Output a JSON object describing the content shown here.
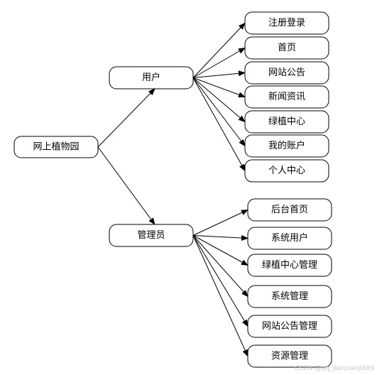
{
  "root": {
    "label": "网上植物园"
  },
  "branches": [
    {
      "label": "用户",
      "children": [
        "注册登录",
        "首页",
        "网站公告",
        "新闻资讯",
        "绿植中心",
        "我的账户",
        "个人中心"
      ]
    },
    {
      "label": "管理员",
      "children": [
        "后台首页",
        "系统用户",
        "绿植中心管理",
        "系统管理",
        "网站公告管理",
        "资源管理"
      ]
    }
  ],
  "watermark": "CSDN @qq_danpianji889"
}
